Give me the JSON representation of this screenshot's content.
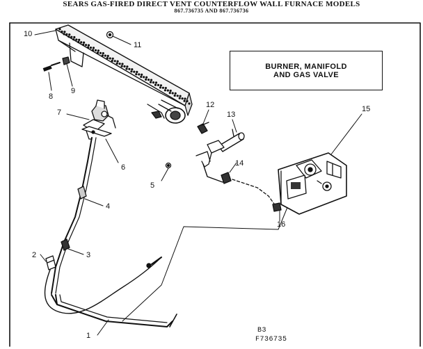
{
  "title": {
    "line1": "SEARS GAS-FIRED DIRECT VENT COUNTERFLOW WALL FURNACE MODELS",
    "line2": "867.736735 AND 867.736736"
  },
  "caption": {
    "line1": "BURNER, MANIFOLD",
    "line2": "AND GAS VALVE"
  },
  "part_numbers": [
    "1",
    "2",
    "3",
    "4",
    "5",
    "6",
    "7",
    "8",
    "9",
    "10",
    "11",
    "12",
    "13",
    "14",
    "15",
    "16"
  ],
  "reference": {
    "section": "B3",
    "code": "F736735"
  }
}
